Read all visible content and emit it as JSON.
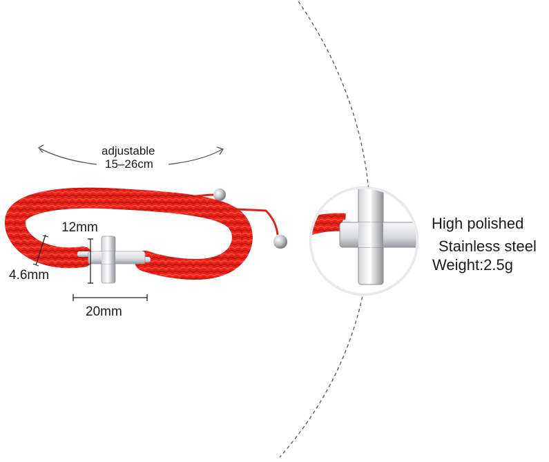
{
  "adjustable": {
    "line1": "adjustable",
    "line2": "15–26cm"
  },
  "dimensions": {
    "cross_height": "12mm",
    "cord_width": "4.6mm",
    "cross_width": "20mm"
  },
  "features": {
    "finish": "High polished",
    "material": "Stainless steel",
    "weight": "Weight:2.5g"
  },
  "colors": {
    "cord": "#e8231a",
    "cord_shadow": "#a9130c",
    "steel_light": "#f4f4f6",
    "steel_dark": "#8a8c92",
    "text": "#1a1a1a"
  }
}
